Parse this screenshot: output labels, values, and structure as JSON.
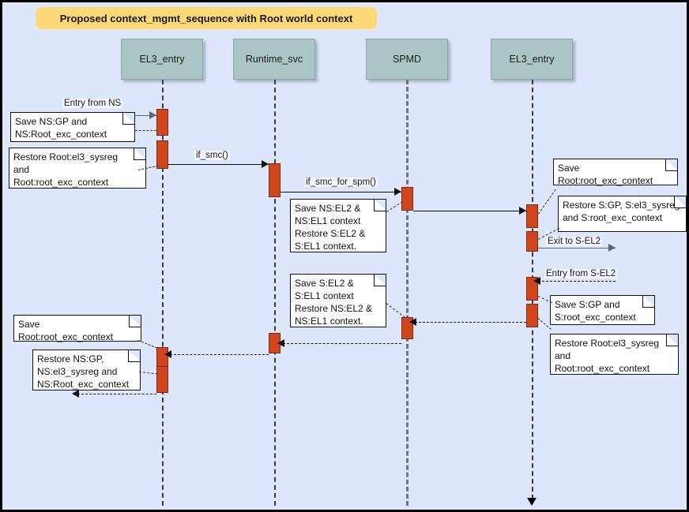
{
  "diagram": {
    "type": "uml-sequence-diagram",
    "title": "Proposed context_mgmt_sequence with Root world context",
    "background_color": "#dde6fa",
    "title_color": "#ffd978",
    "participant_color": "#a9c6c4",
    "activation_color": "#cf4520"
  },
  "participants": [
    {
      "id": "el3_entry_left",
      "label": "EL3_entry"
    },
    {
      "id": "runtime_svc",
      "label": "Runtime_svc"
    },
    {
      "id": "spmd",
      "label": "SPMD"
    },
    {
      "id": "el3_entry_right",
      "label": "EL3_entry"
    }
  ],
  "messages": [
    {
      "id": "m1",
      "label": "Entry from NS",
      "style": "solid",
      "direction": "right"
    },
    {
      "id": "m2",
      "label": "if_smc()",
      "style": "solid",
      "direction": "right"
    },
    {
      "id": "m3",
      "label": "if_smc_for_spm()",
      "style": "solid",
      "direction": "right"
    },
    {
      "id": "m4",
      "label": "",
      "style": "solid",
      "direction": "right"
    },
    {
      "id": "m5",
      "label": "Exit to S-EL2",
      "style": "solid",
      "direction": "right"
    },
    {
      "id": "m6",
      "label": "Entry from S-EL2",
      "style": "dashed",
      "direction": "left"
    },
    {
      "id": "m7",
      "label": "",
      "style": "dashed",
      "direction": "left"
    },
    {
      "id": "m8",
      "label": "",
      "style": "dashed",
      "direction": "left"
    },
    {
      "id": "m9",
      "label": "",
      "style": "dashed",
      "direction": "left"
    }
  ],
  "notes": [
    {
      "id": "n1",
      "text": "Save NS:GP and\nNS:Root_exc_context"
    },
    {
      "id": "n2",
      "text": "Restore Root:el3_sysreg\nand\nRoot:root_exc_context"
    },
    {
      "id": "n3",
      "text": "Save NS:EL2 &\nNS:EL1 context\nRestore S:EL2 &\nS:EL1 context."
    },
    {
      "id": "n4",
      "text": "Save Root:root_exc_context"
    },
    {
      "id": "n5",
      "text": "Restore S:GP, S:el3_sysreg\nand S:root_exc_context"
    },
    {
      "id": "n6",
      "text": "Save S:EL2 &\nS:EL1 context\nRestore NS:EL2 &\nNS:EL1 context."
    },
    {
      "id": "n7",
      "text": "Save S:GP and\nS:root_exc_context"
    },
    {
      "id": "n8",
      "text": "Restore Root:el3_sysreg\nand\nRoot:root_exc_context"
    },
    {
      "id": "n9",
      "text": "Save Root:root_exc_context"
    },
    {
      "id": "n10",
      "text": "Restore NS:GP,\nNS:el3_sysreg and\nNS:Root_exc_context"
    }
  ]
}
